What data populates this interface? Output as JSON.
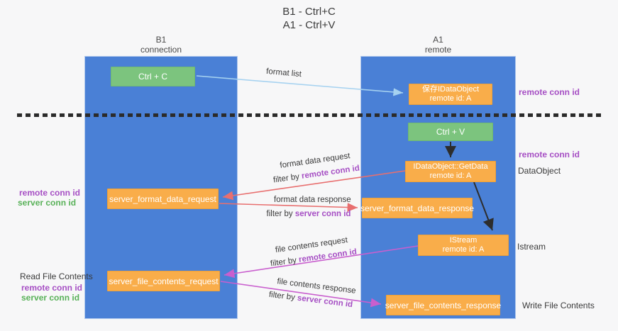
{
  "title": {
    "line1": "B1 - Ctrl+C",
    "line2": "A1 - Ctrl+V"
  },
  "lifelines": {
    "left": {
      "name": "B1",
      "subtitle": "connection"
    },
    "right": {
      "name": "A1",
      "subtitle": "remote"
    }
  },
  "nodes": {
    "ctrl_c": {
      "label": "Ctrl + C"
    },
    "save_idataobject": {
      "line1": "保存IDataObject",
      "line2": "remote id: A"
    },
    "ctrl_v": {
      "label": "Ctrl + V"
    },
    "idataobject_getdata": {
      "line1": "IDataObject::GetData",
      "line2": "remote id: A"
    },
    "server_format_data_request": {
      "label": "server_format_data_request"
    },
    "server_format_data_response": {
      "label": "server_format_data_response"
    },
    "istream": {
      "line1": "IStream",
      "line2": "remote id: A"
    },
    "server_file_contents_request": {
      "label": "server_file_contents_request"
    },
    "server_file_contents_response": {
      "label": "server_file_contents_response"
    }
  },
  "arrows": {
    "format_list": {
      "label": "format list"
    },
    "format_data_request": {
      "label": "format data request",
      "filter_prefix": "filter by ",
      "filter_key": "remote conn id"
    },
    "format_data_response": {
      "label": "format data response",
      "filter_prefix": "filter by ",
      "filter_key": "server conn id"
    },
    "file_contents_request": {
      "label": "file contents request",
      "filter_prefix": "filter by ",
      "filter_key": "remote conn id"
    },
    "file_contents_response": {
      "label": "file contents response",
      "filter_prefix": "filter by ",
      "filter_key": "server conn id"
    }
  },
  "annotations": {
    "right_remote_conn_id_top": "remote conn id",
    "right_remote_conn_id_mid": "remote conn id",
    "right_dataobject": "DataObject",
    "right_istream": "Istream",
    "right_write_file_contents": "Write File Contents",
    "left_remote_conn_id_top": "remote conn id",
    "left_server_conn_id_top": "server conn id",
    "left_read_file_contents": "Read File Contents",
    "left_remote_conn_id_bottom": "remote conn id",
    "left_server_conn_id_bottom": "server conn id"
  },
  "colors": {
    "background": "#f7f7f8",
    "lifeline_blue": "#4a80d6",
    "node_green": "#7cc47e",
    "node_orange": "#f9ad4a",
    "arrow_lightblue": "#a6d2f0",
    "arrow_red": "#e86f6f",
    "arrow_magenta": "#c95fce",
    "arrow_black": "#2d2d2d",
    "label_purple": "#a64fc4",
    "label_green": "#58b158",
    "text_dark": "#3c3c3c"
  }
}
